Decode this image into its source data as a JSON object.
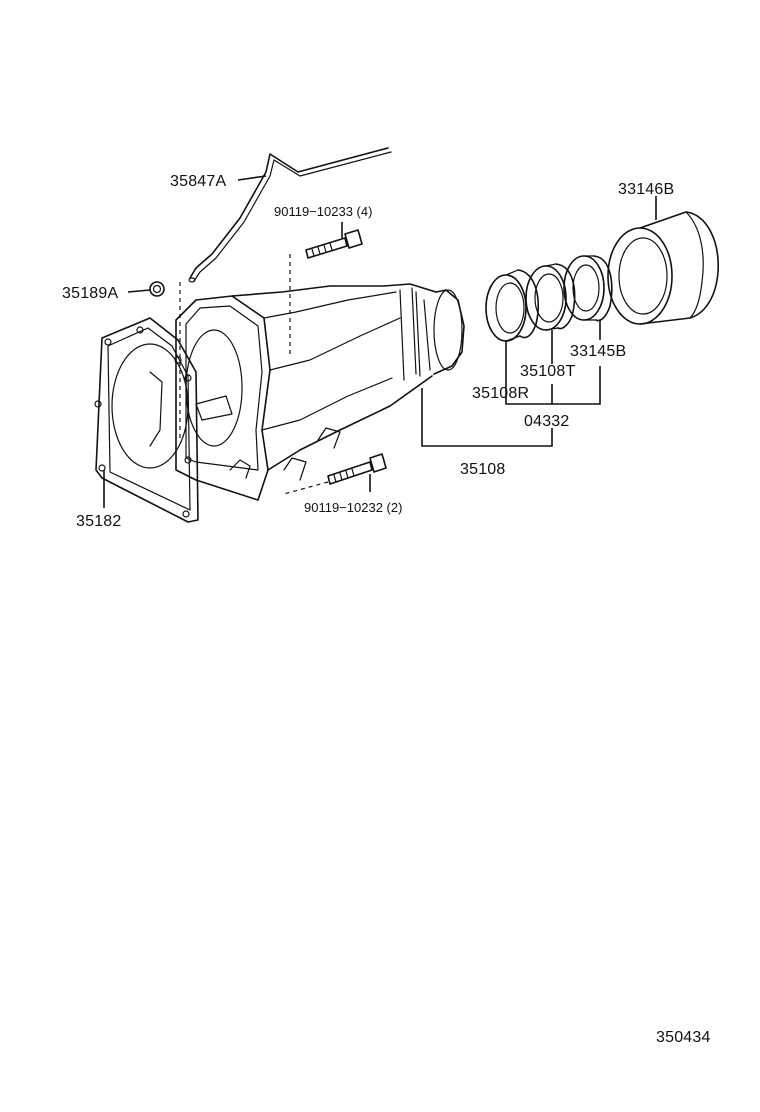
{
  "callouts": {
    "tube_35847A": "35847A",
    "bolt_90119_10233": "90119−10233 (4)",
    "plug_35189A": "35189A",
    "gasket_35182": "35182",
    "bolt_90119_10232": "90119−10232 (2)",
    "seal_33146B": "33146B",
    "bushing_33145B": "33145B",
    "part_35108T": "35108T",
    "part_35108R": "35108R",
    "kit_04332": "04332",
    "housing_35108": "35108"
  },
  "figure_number": "350434"
}
